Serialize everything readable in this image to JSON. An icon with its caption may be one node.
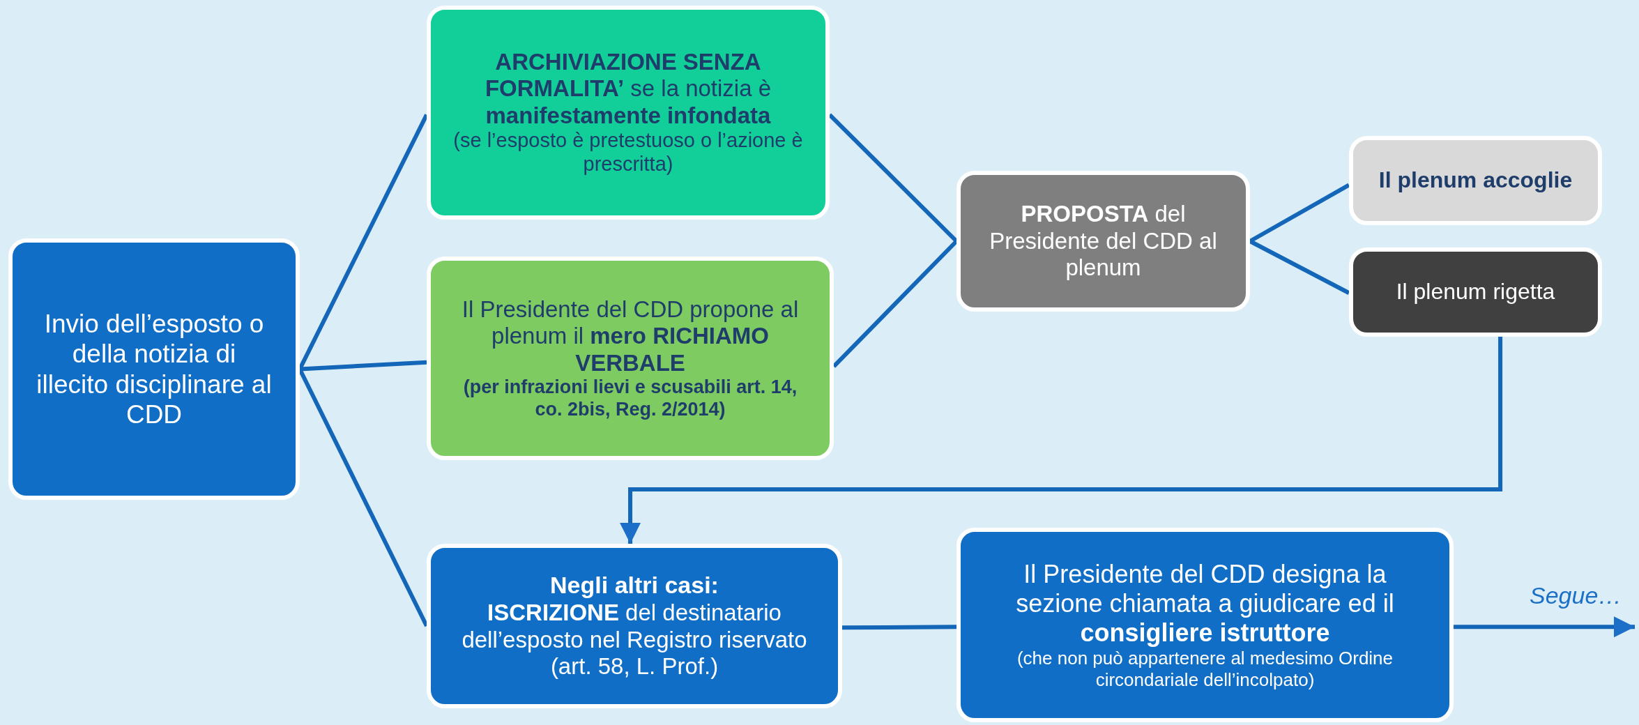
{
  "diagram": {
    "nodes": [
      {
        "text": [
          "Invio dell’esposto o della notizia di illecito disciplinare al CDD"
        ]
      },
      {
        "text": [
          "**ARCHIVIAZIONE SENZA FORMALITA’** se la notizia è **manifestamente infondata**",
          "(se l’esposto è pretestuoso o l’azione è prescritta)"
        ]
      },
      {
        "text": [
          "Il Presidente del CDD propone al plenum il **mero RICHIAMO VERBALE**",
          "(per infrazioni lievi e scusabili art. 14, co. 2bis, Reg. 2/2014)"
        ]
      },
      {
        "text": [
          "Negli altri casi:",
          "**ISCRIZIONE** del destinatario dell’esposto nel Registro riservato (art. 58, L. Prof.)"
        ]
      },
      {
        "text": [
          "Il Presidente del CDD designa la sezione chiamata a giudicare ed il **consigliere istruttore**",
          "(che non può appartenere al medesimo Ordine circondariale dell’incolpato)"
        ]
      },
      {
        "text": [
          "**PROPOSTA** del Presidente del CDD al plenum"
        ]
      },
      {
        "text": [
          "Il plenum accoglie"
        ]
      },
      {
        "text": [
          "Il plenum rigetta"
        ]
      }
    ],
    "edges": [
      {
        "from": 0,
        "to": 1,
        "arrow": "none"
      },
      {
        "from": 0,
        "to": 2,
        "arrow": "none"
      },
      {
        "from": 0,
        "to": 3,
        "arrow": "none"
      },
      {
        "from": 1,
        "to": 5,
        "arrow": "none"
      },
      {
        "from": 2,
        "to": 5,
        "arrow": "none"
      },
      {
        "from": 5,
        "to": 6,
        "arrow": "none"
      },
      {
        "from": 5,
        "to": 7,
        "arrow": "none"
      },
      {
        "from": 7,
        "to": 3,
        "arrow": "to"
      },
      {
        "from": 3,
        "to": 4,
        "arrow": "none"
      },
      {
        "from": 4,
        "to": null,
        "arrow": "to",
        "label": "Segue…"
      }
    ]
  }
}
